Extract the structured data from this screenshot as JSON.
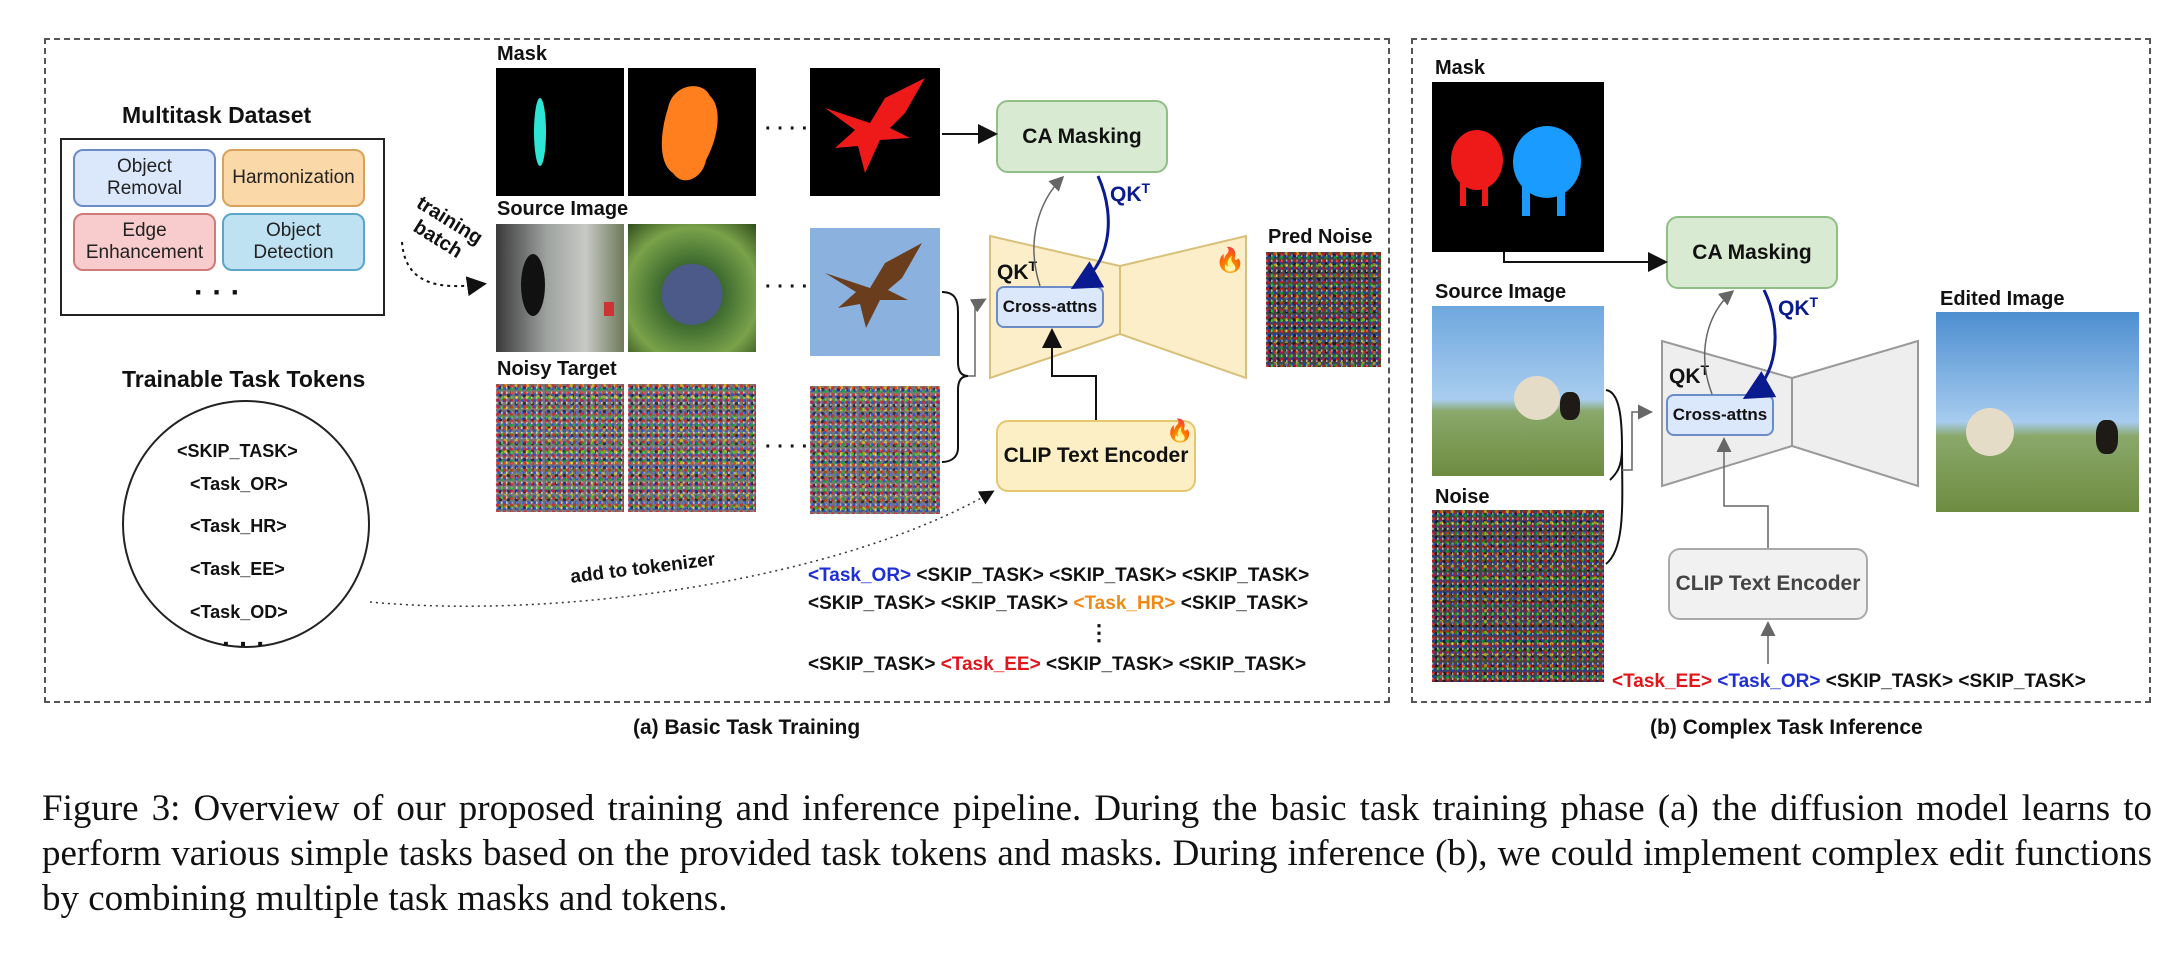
{
  "panel_a": {
    "caption": "(a) Basic Task Training",
    "dataset_title": "Multitask Dataset",
    "dataset_items": [
      {
        "label": "Object\nRemoval",
        "color": "#dbe8fb",
        "border": "#6b8cc7"
      },
      {
        "label": "Harmonization",
        "color": "#fbd8a8",
        "border": "#d9a25a"
      },
      {
        "label": "Edge\nEnhancement",
        "color": "#f8cccc",
        "border": "#d07a7a"
      },
      {
        "label": "Object\nDetection",
        "color": "#bfe2f2",
        "border": "#5aa6c8"
      }
    ],
    "dataset_ellipsis": "· · ·",
    "training_batch": "training\nbatch",
    "tokens_title": "Trainable Task Tokens",
    "tokens": [
      "<SKIP_TASK>",
      "<Task_OR>",
      "<Task_HR>",
      "<Task_EE>",
      "<Task_OD>"
    ],
    "tokens_ellipsis": "· · ·",
    "add_to_tokenizer": "add to tokenizer",
    "mask_label": "Mask",
    "source_label": "Source Image",
    "noisy_label": "Noisy Target",
    "row_ellipsis": "· · · ·",
    "ca_masking": "CA Masking",
    "qkt": "QK",
    "qkt_sup": "T",
    "cross_attns": "Cross-attns",
    "clip": "CLIP Text Encoder",
    "pred_noise": "Pred Noise",
    "fire_icon": "fire-icon",
    "prompt_lines": [
      [
        {
          "t": "<Task_OR>",
          "c": "b"
        },
        {
          "t": " <SKIP_TASK> <SKIP_TASK> <SKIP_TASK>",
          "c": ""
        }
      ],
      [
        {
          "t": "<SKIP_TASK> <SKIP_TASK> ",
          "c": ""
        },
        {
          "t": "<Task_HR>",
          "c": "o"
        },
        {
          "t": " <SKIP_TASK>",
          "c": ""
        }
      ],
      [
        {
          "t": "<SKIP_TASK> ",
          "c": ""
        },
        {
          "t": "<Task_EE>",
          "c": "r"
        },
        {
          "t": " <SKIP_TASK> <SKIP_TASK>",
          "c": ""
        }
      ]
    ],
    "vdots": "⋮"
  },
  "panel_b": {
    "caption": "(b) Complex Task Inference",
    "mask_label": "Mask",
    "source_label": "Source Image",
    "noise_label": "Noise",
    "ca_masking": "CA Masking",
    "qkt": "QK",
    "qkt_sup": "T",
    "cross_attns": "Cross-attns",
    "clip": "CLIP Text Encoder",
    "edited_label": "Edited Image",
    "prompt": [
      {
        "t": "<Task_EE>",
        "c": "r"
      },
      {
        "t": " ",
        "c": ""
      },
      {
        "t": "<Task_OR>",
        "c": "b"
      },
      {
        "t": " <SKIP_TASK> <SKIP_TASK>",
        "c": ""
      }
    ]
  },
  "figure_caption": "Figure 3: Overview of our proposed training and inference pipeline. During the basic task training phase (a) the diffusion model learns to perform various simple tasks based on the provided task tokens and masks. During inference (b), we could implement complex edit functions by combining multiple task masks and tokens.",
  "colors": {
    "mask_cyan": "#2ee6d6",
    "mask_orange": "#ff7f1f",
    "mask_red": "#ee1a1a",
    "mask_blue": "#1a9bff",
    "unet_fill": "#fbeec9",
    "unet_gray": "#eeeeee",
    "arrow_blue": "#0a1a8f"
  }
}
